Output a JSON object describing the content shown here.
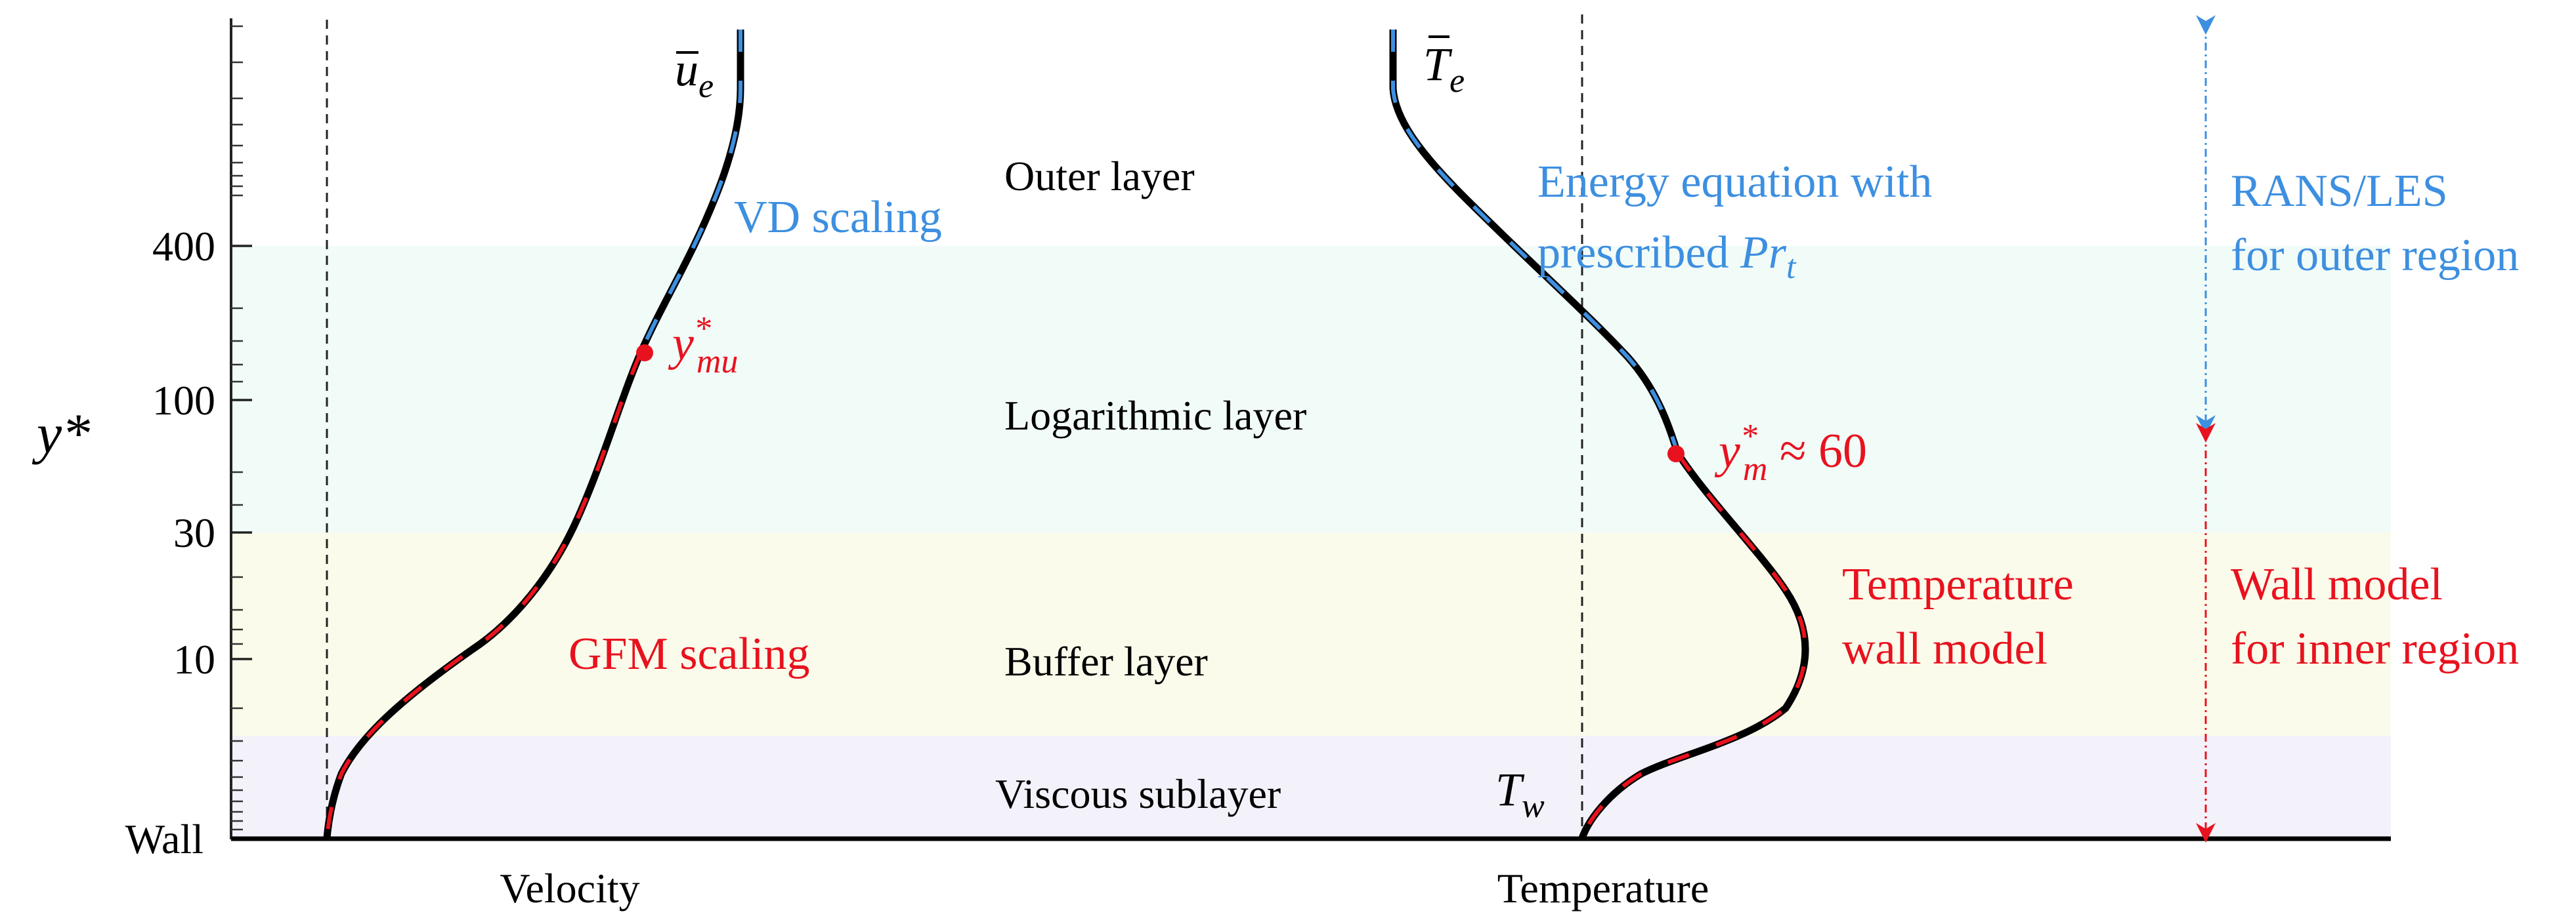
{
  "axis": {
    "y_symbol": "y*",
    "ticks": [
      {
        "label": "Wall"
      },
      {
        "label": "10"
      },
      {
        "label": "30"
      },
      {
        "label": "100"
      },
      {
        "label": "400"
      }
    ]
  },
  "bands": {
    "outer": {
      "label": "Outer layer",
      "color": "#ffffff"
    },
    "log": {
      "label": "Logarithmic layer",
      "color": "#f1fbf8"
    },
    "buffer": {
      "label": "Buffer layer",
      "color": "#fbfbeb"
    },
    "viscous": {
      "label": "Viscous sublayer",
      "color": "#f3f2fb"
    }
  },
  "velocity": {
    "xlabel": "Velocity",
    "edge_label": {
      "base": "u",
      "sub": "e"
    },
    "upper_scaling": "VD scaling",
    "lower_scaling": "GFM scaling",
    "match_point": {
      "base": "y",
      "sup": "*",
      "sub": "mu"
    }
  },
  "temperature": {
    "xlabel": "Temperature",
    "edge_label": {
      "base": "T",
      "sub": "e"
    },
    "wall_label": {
      "base": "T",
      "sub": "w"
    },
    "upper_text": {
      "line1": "Energy equation with",
      "line2_prefix": "prescribed ",
      "pr_base": "Pr",
      "pr_sub": "t"
    },
    "lower_text": {
      "line1": "Temperature",
      "line2": "wall model"
    },
    "match_point": {
      "base": "y",
      "sup": "*",
      "sub": "m",
      "suffix": " ≈ 60"
    }
  },
  "regions": {
    "outer": {
      "line1": "RANS/LES",
      "line2": "for outer region"
    },
    "inner": {
      "line1": "Wall model",
      "line2": "for inner region"
    }
  },
  "colors": {
    "blue": "#3d8fe0",
    "red": "#e8121e",
    "curve": "#000000",
    "dash_blue_arrow": "#3d8fe0",
    "dash_red_arrow": "#e8121e"
  }
}
